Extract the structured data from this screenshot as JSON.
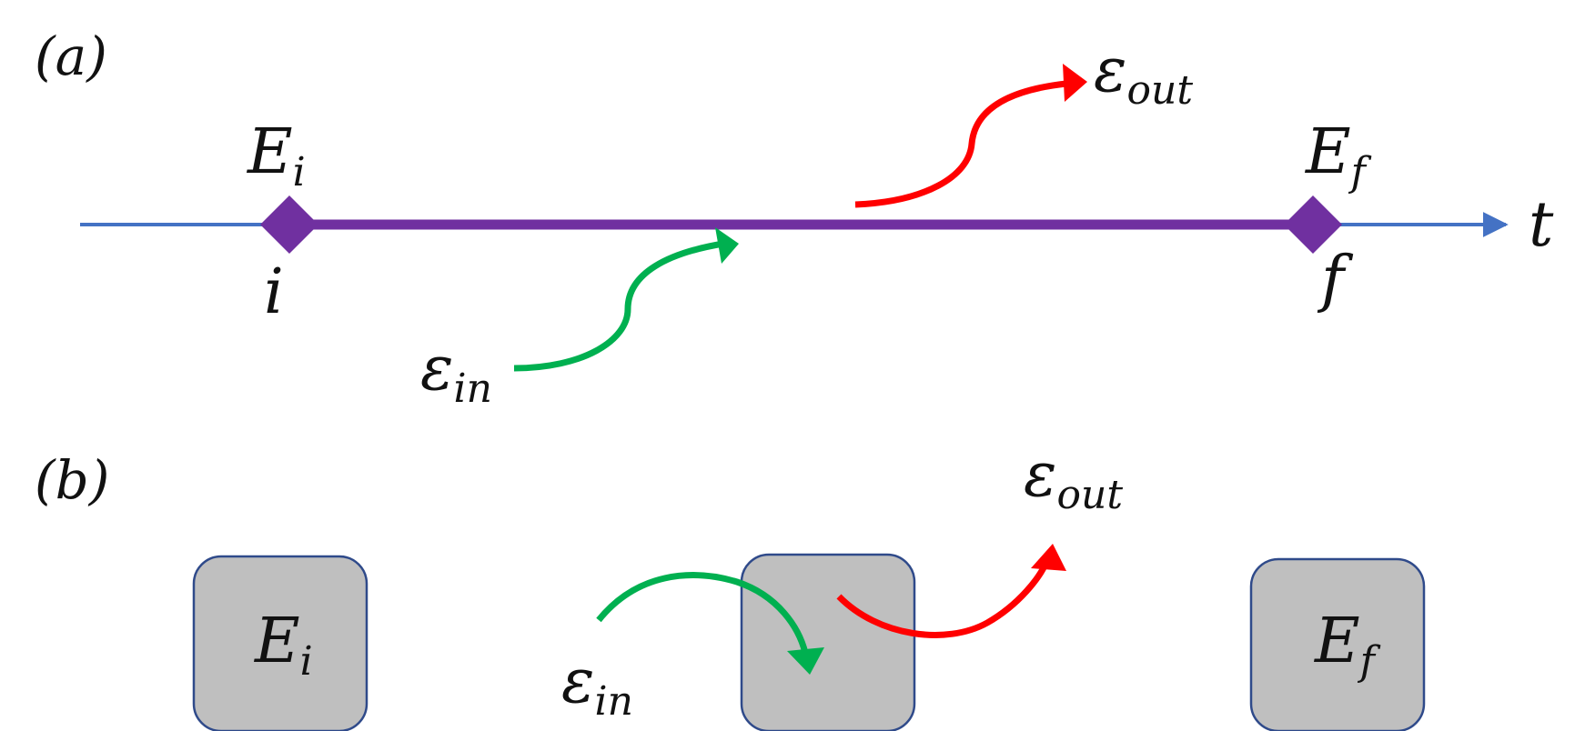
{
  "panel_a": {
    "label": "(a)",
    "axis_label": "t",
    "initial": {
      "symbol": "E",
      "subscript": "i",
      "point": "i"
    },
    "final": {
      "symbol": "E",
      "subscript": "f",
      "point": "f"
    },
    "input": {
      "symbol": "ε",
      "subscript": "in"
    },
    "output": {
      "symbol": "ε",
      "subscript": "out"
    }
  },
  "panel_b": {
    "label": "(b)",
    "initial_box": {
      "symbol": "E",
      "subscript": "i"
    },
    "final_box": {
      "symbol": "E",
      "subscript": "f"
    },
    "input": {
      "symbol": "ε",
      "subscript": "in"
    },
    "output": {
      "symbol": "ε",
      "subscript": "out"
    }
  },
  "colors": {
    "axis": "#4472C4",
    "worldline": "#7030A0",
    "input_arrow": "#00B050",
    "output_arrow": "#FF0000",
    "box_fill": "#BFBFBF",
    "box_stroke": "#2F4A8A"
  }
}
